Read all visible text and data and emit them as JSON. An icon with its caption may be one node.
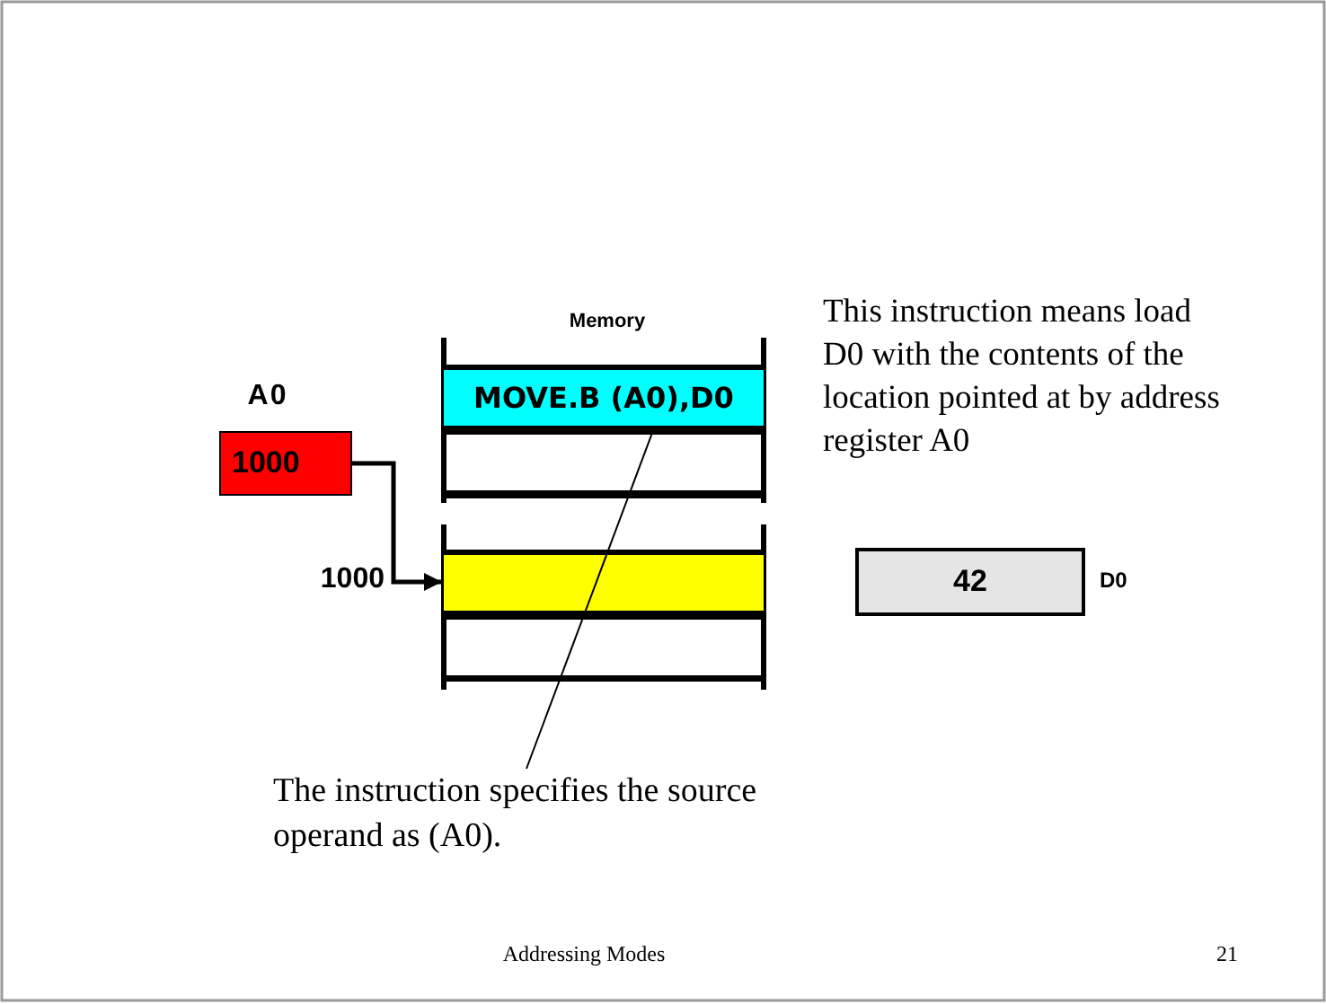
{
  "diagram": {
    "nodes": [
      {
        "text": [
          "A0",
          "1000"
        ]
      },
      {
        "text": [
          "MOVE.B (A0),D0"
        ]
      },
      {
        "text": [],
        "shape": "box"
      },
      {
        "text": [],
        "shape": "box",
        "beside": [
          "1000"
        ]
      },
      {
        "text": [],
        "shape": "box"
      },
      {
        "text": [
          "The instruction specifies the source operand as (A0)."
        ]
      },
      {
        "text": [
          "42"
        ],
        "beside": [
          "D0"
        ]
      }
    ],
    "edges": [
      {
        "from": 0,
        "to": 3,
        "arrow": "to",
        "style": "thick"
      },
      {
        "from": 5,
        "to": 1,
        "arrow": "none"
      }
    ],
    "labels": [
      "Memory",
      "This instruction means load D0 with the contents of the location pointed at by address register A0",
      "Addressing Modes",
      "21"
    ]
  }
}
